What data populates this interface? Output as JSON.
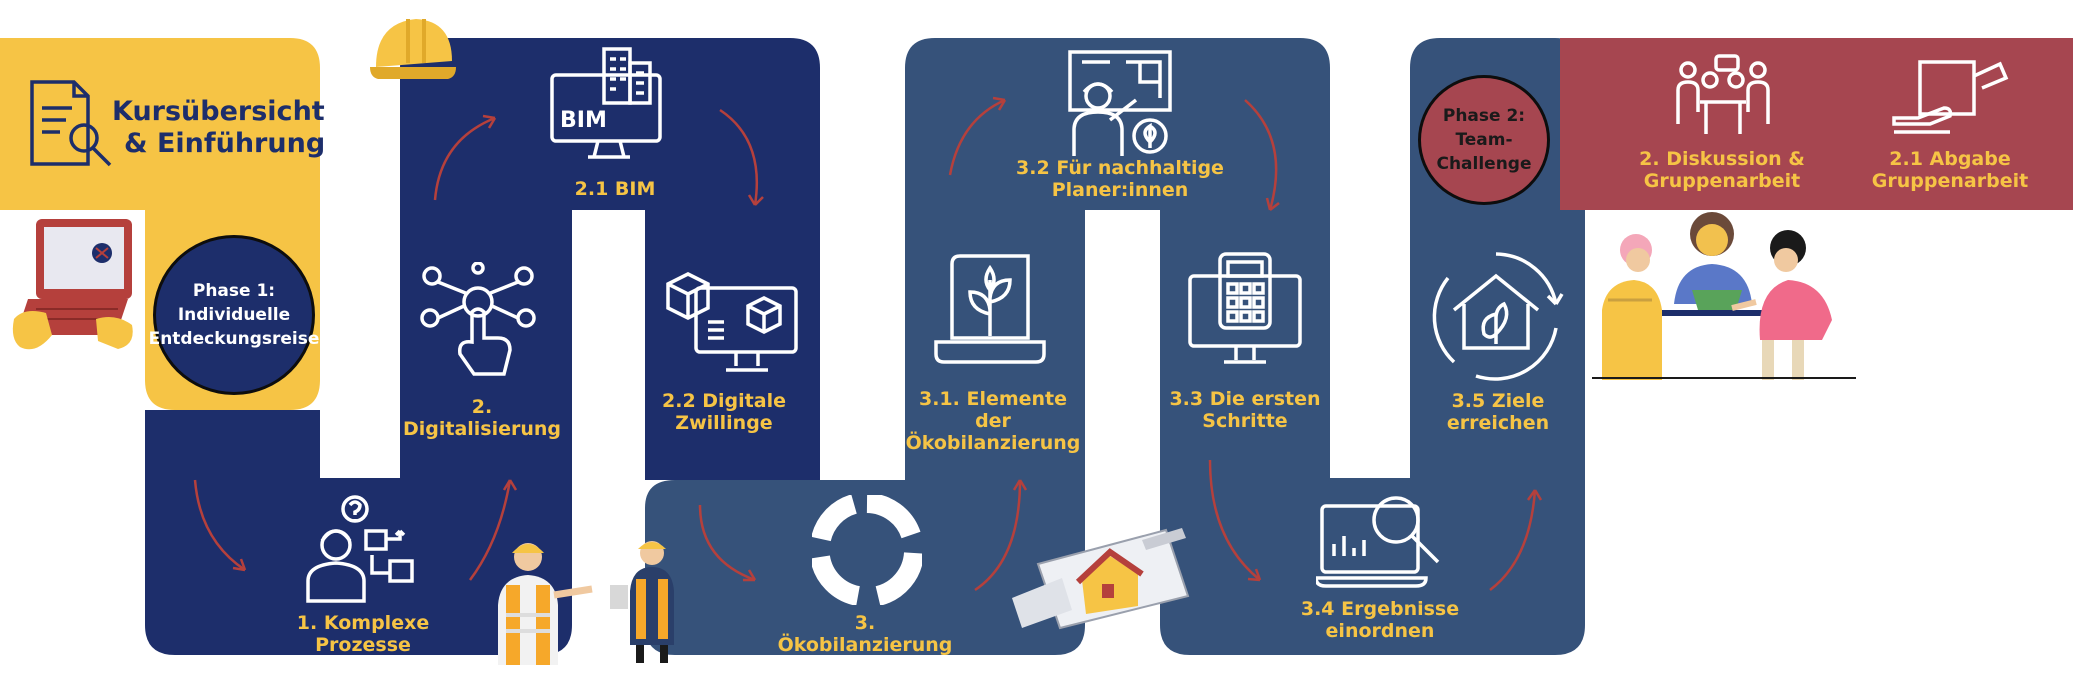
{
  "colors": {
    "navy": "#1d2e6b",
    "slate": "#36527a",
    "yellow": "#f6c445",
    "maroon": "#a64650",
    "arrow": "#b5403c",
    "white": "#ffffff"
  },
  "intro": {
    "title_line1": "Kursübersicht",
    "title_line2": "& Einführung"
  },
  "phase1": {
    "line1": "Phase 1:",
    "line2": "Individuelle",
    "line3": "Entdeckungsreise"
  },
  "phase2": {
    "line1": "Phase 2:",
    "line2": "Team-Challenge"
  },
  "steps": {
    "s1": "1. Komplexe Prozesse",
    "s2": "2. Digitalisierung",
    "s21": "2.1 BIM",
    "s22_l1": "2.2 Digitale",
    "s22_l2": "Zwillinge",
    "s3": "3. Ökobilanzierung",
    "s31_l1": "3.1. Elemente der",
    "s31_l2": "Ökobilanzierung",
    "s32_l1": "3.2 Für nachhaltige",
    "s32_l2": "Planer:innen",
    "s33_l1": "3.3 Die ersten",
    "s33_l2": "Schritte",
    "s34_l1": "3.4 Ergebnisse",
    "s34_l2": "einordnen",
    "s35_l1": "3.5 Ziele",
    "s35_l2": "erreichen"
  },
  "team": {
    "t2_l1": "2. Diskussion &",
    "t2_l2": "Gruppenarbeit",
    "t21_l1": "2.1 Abgabe",
    "t21_l2": "Gruppenarbeit"
  },
  "icons": {
    "bim_text": "BIM"
  }
}
